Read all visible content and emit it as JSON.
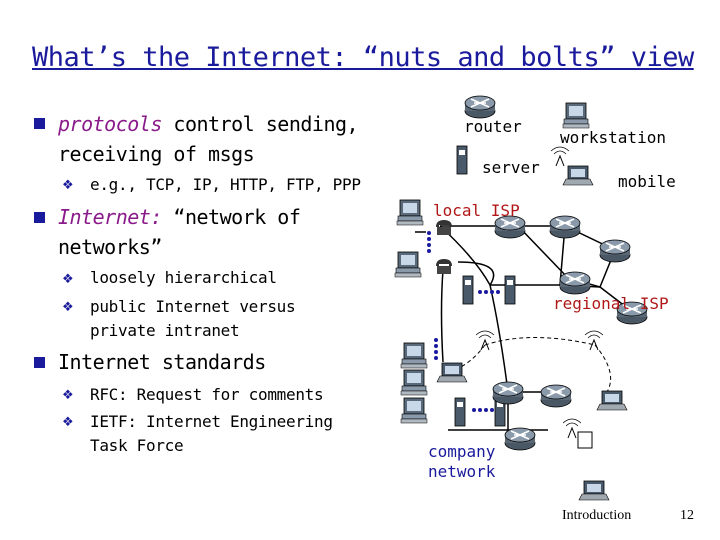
{
  "slide": {
    "title": "What’s the Internet: “nuts and bolts” view",
    "footer_left": "Introduction",
    "footer_page": "12"
  },
  "bullets": [
    {
      "lines": [
        {
          "runs": [
            {
              "text": "protocols",
              "italic": true
            },
            {
              "text": " control sending,"
            }
          ]
        },
        {
          "runs": [
            {
              "text": "receiving of msgs"
            }
          ]
        }
      ],
      "sub": [
        {
          "lines": [
            "e.g., TCP, IP, HTTP, FTP, PPP"
          ]
        }
      ]
    },
    {
      "lines": [
        {
          "runs": [
            {
              "text": "Internet:",
              "italic": true
            },
            {
              "text": " “network of"
            }
          ]
        },
        {
          "runs": [
            {
              "text": "networks”"
            }
          ]
        }
      ],
      "sub": [
        {
          "lines": [
            "loosely hierarchical"
          ]
        },
        {
          "lines": [
            "public Internet versus",
            "private intranet"
          ]
        }
      ]
    },
    {
      "lines": [
        {
          "runs": [
            {
              "text": "Internet standards"
            }
          ]
        }
      ],
      "sub": [
        {
          "lines": [
            "RFC: Request for comments"
          ]
        },
        {
          "lines": [
            "IETF: Internet Engineering",
            "Task Force"
          ]
        }
      ]
    }
  ],
  "legend": {
    "router": "router",
    "server": "server",
    "workstation": "workstation",
    "mobile": "mobile"
  },
  "network": {
    "local_isp": "local ISP",
    "regional_isp": "regional ISP",
    "company_network": "company network"
  },
  "colors": {
    "title": "#1a1a9c",
    "bullet": "#1a1a9c",
    "italic_term": "#8a1a8a",
    "isp_label": "#b01818",
    "company_label": "#1a1a9c",
    "router_body": "#6a7a8a",
    "link": "#000000"
  },
  "icons": [
    "router-icon",
    "server-icon",
    "workstation-icon",
    "mobile-icon",
    "telephone-icon",
    "wireless-antenna-icon"
  ]
}
